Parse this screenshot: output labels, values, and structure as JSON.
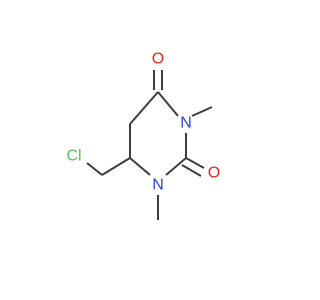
{
  "molecule": {
    "atoms": [
      {
        "id": "chlorine",
        "symbol": "Cl",
        "color": "#5cb85c"
      },
      {
        "id": "n1",
        "symbol": "N",
        "color": "#2f3fd8"
      },
      {
        "id": "n3",
        "symbol": "N",
        "color": "#2f3fd8"
      },
      {
        "id": "o2",
        "symbol": "O",
        "color": "#e8281e"
      },
      {
        "id": "o4",
        "symbol": "O",
        "color": "#e8281e"
      }
    ],
    "bond_color": "#3d3d3d",
    "background": "#ffffff"
  }
}
